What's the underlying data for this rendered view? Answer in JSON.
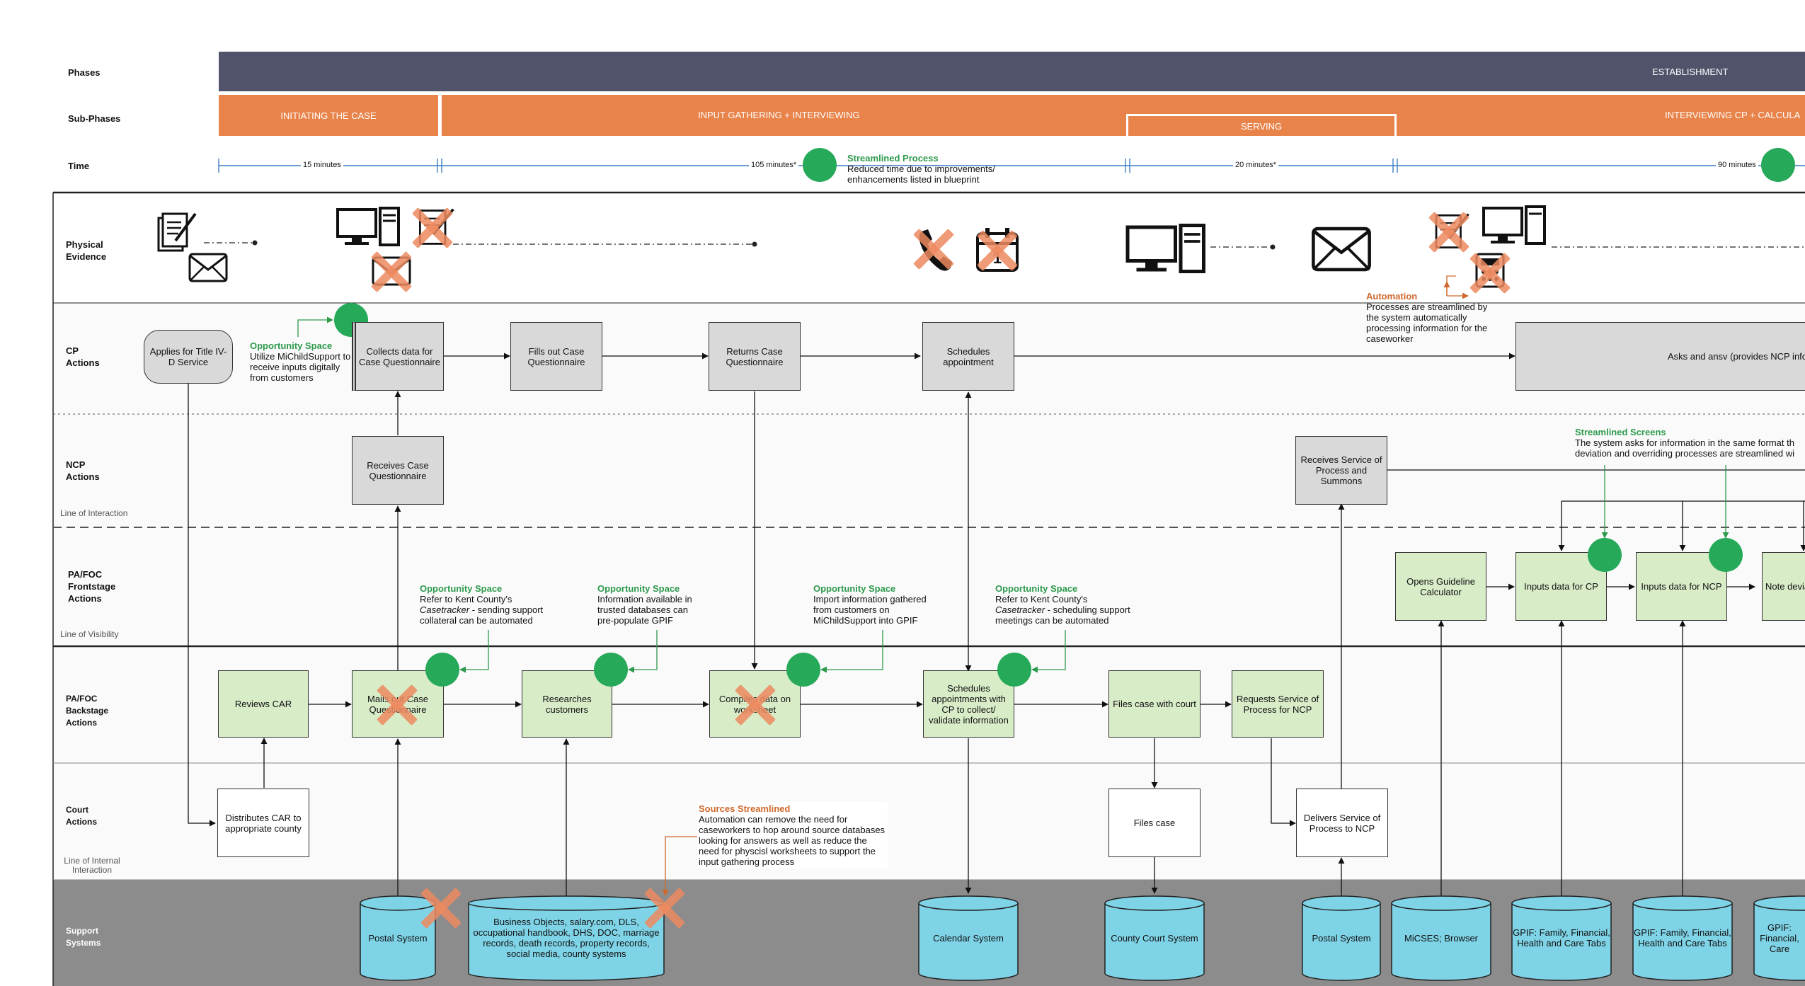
{
  "rows": {
    "phases": "Phases",
    "sub_phases": "Sub-Phases",
    "time": "Time",
    "physical_evidence": "Physical Evidence",
    "cp_actions": "CP Actions",
    "ncp_actions": "NCP Actions",
    "frontstage": "PA/FOC Frontstage Actions",
    "backstage": "PA/FOC Backstage Actions",
    "court": "Court Actions",
    "support": "Support Systems"
  },
  "lines": {
    "interaction": "Line of Interaction",
    "visibility": "Line of Visibility",
    "internal": "Line of Internal Interaction"
  },
  "phase": "ESTABLISHMENT",
  "sub_phases": {
    "initiating": "INITIATING THE CASE",
    "input_gathering": "INPUT GATHERING + INTERVIEWING",
    "serving": "SERVING",
    "interviewing": "INTERVIEWING CP + CALCULA"
  },
  "time": {
    "t1": "15 minutes",
    "t2": "105 minutes*",
    "t3": "20 minutes*",
    "t4": "90 minutes"
  },
  "notes": {
    "streamlined_process": {
      "title": "Streamlined Process",
      "body": "Reduced time due to improvements/ enhancements listed in blueprint"
    },
    "automation": {
      "title": "Automation",
      "body": "Processes are streamlined by the system automatically processing information for the caseworker"
    },
    "opp_michild": {
      "title": "Opportunity Space",
      "body": "Utilize MiChildSupport to receive inputs digitally from customers"
    },
    "streamlined_screens": {
      "title": "Streamlined Screens",
      "body": "The system asks for information in the same format th deviation and overriding processes are streamlined wi"
    },
    "opp_kent1": {
      "title": "Opportunity Space",
      "body_a": "Refer to Kent County's",
      "body_i": "Casetracker",
      "body_b": " - sending support collateral can be automated"
    },
    "opp_gpif": {
      "title": "Opportunity Space",
      "body": "Information available in trusted databases can pre-populate GPIF"
    },
    "opp_import": {
      "title": "Opportunity Space",
      "body": "Import information gathered from customers on MiChildSupport into GPIF"
    },
    "opp_kent2": {
      "title": "Opportunity Space",
      "body_a": "Refer to Kent County's",
      "body_i": "Casetracker",
      "body_b": " - scheduling support meetings can be automated"
    },
    "sources": {
      "title": "Sources Streamlined",
      "body": "Automation can remove the need for caseworkers to hop around source databases looking for answers as well as reduce the need for physcisl worksheets to support the input gathering process"
    }
  },
  "cp": {
    "applies": "Applies for Title IV-D Service",
    "collects": "Collects data for Case Questionnaire",
    "fills": "Fills out Case Questionnaire",
    "returns": "Returns Case Questionnaire",
    "schedules": "Schedules appointment",
    "asks": "Asks and ansv (provides NCP information as we"
  },
  "ncp": {
    "receives_q": "Receives Case Questionnaire",
    "receives_service": "Receives Service of Process and Summons"
  },
  "front": {
    "opens": "Opens Guideline Calculator",
    "inputs_cp": "Inputs data for CP",
    "inputs_ncp": "Inputs data for NCP",
    "notes": "Note devia"
  },
  "back": {
    "reviews": "Reviews CAR",
    "mails": "Mails out Case Questionnaire",
    "researches": "Researches customers",
    "compiles": "Compiles data on worksheet",
    "schedules": "Schedules appointments with CP to collect/ validate information",
    "files": "Files case with court",
    "requests": "Requests Service of Process for NCP"
  },
  "court": {
    "distributes": "Distributes CAR to appropriate county",
    "files": "Files case",
    "delivers": "Delivers Service of Process to NCP"
  },
  "support": {
    "postal1": "Postal System",
    "business": "Business Objects, salary.com, DLS, occupational handbook, DHS, DOC, marriage records, death records, property records, social media, county systems",
    "calendar": "Calendar System",
    "county_court": "County Court System",
    "postal2": "Postal System",
    "micses": "MiCSES; Browser",
    "gpif1": "GPIF: Family, Financial, Health and Care Tabs",
    "gpif2": "GPIF: Family, Financial, Health and Care Tabs",
    "gpif3": "GPIF: Financial, Care"
  },
  "colors": {
    "phase": "#50536a",
    "sub_phase": "#e8834a",
    "green_circle": "#27a95a",
    "box_gray": "#d9d9d9",
    "box_green": "#d8ecc8",
    "cylinder": "#7fd3e6",
    "support_bg": "#8c8c8c",
    "x_mark": "#ed8a5f"
  }
}
